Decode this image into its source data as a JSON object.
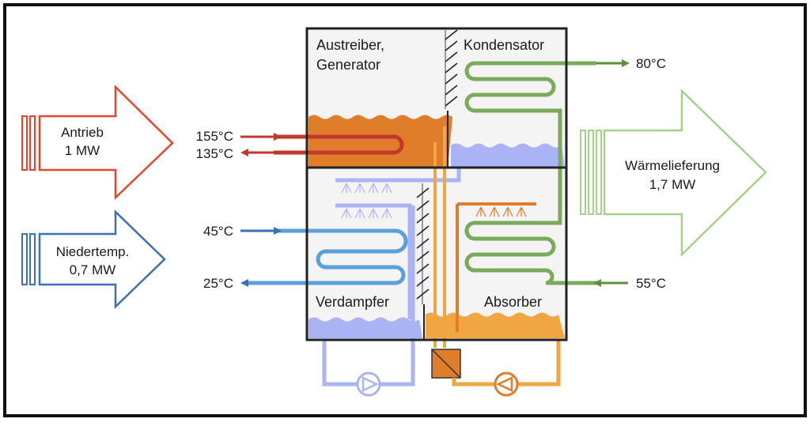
{
  "colors": {
    "frame": "#111111",
    "chamber_bg": "#f5f5f5",
    "drive": "#e8452c",
    "low_temp": "#3b6fb6",
    "heat_out": "#a7d08c",
    "generator_liquid": "#e07d2a",
    "absorber_liquid": "#f0a642",
    "refrigerant": "#aab4f5",
    "evaporator_coil": "#5aa0dc",
    "condenser_coil": "#7aab5a",
    "hot_pipe": "#c0392b",
    "solution_pipe": "#f0a642"
  },
  "arrows": {
    "drive": {
      "line1": "Antrieb",
      "line2": "1 MW"
    },
    "low_temp": {
      "line1": "Niedertemp.",
      "line2": "0,7 MW"
    },
    "heat_out": {
      "line1": "Wärmelieferung",
      "line2": "1,7 MW"
    }
  },
  "chambers": {
    "generator": {
      "line1": "Austreiber,",
      "line2": "Generator"
    },
    "condenser": {
      "label": "Kondensator"
    },
    "evaporator": {
      "label": "Verdampfer"
    },
    "absorber": {
      "label": "Absorber"
    }
  },
  "temperatures": {
    "hot_in": "155°C",
    "hot_out": "135°C",
    "low_in": "45°C",
    "low_out": "25°C",
    "cond_out": "80°C",
    "abs_in": "55°C"
  }
}
